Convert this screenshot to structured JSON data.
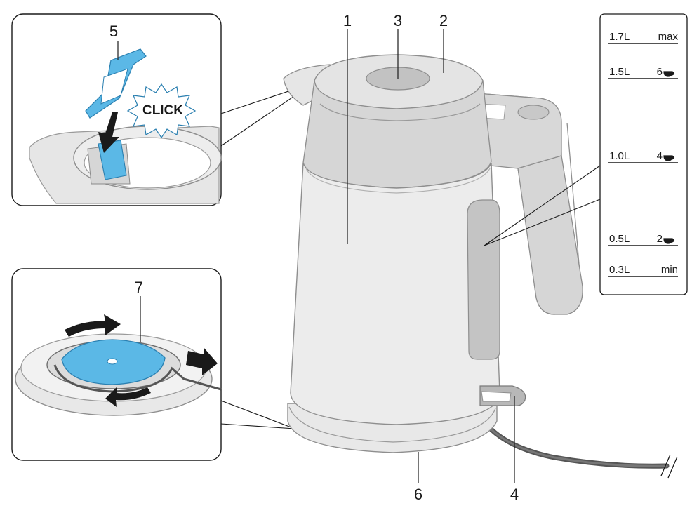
{
  "callouts": {
    "body": "1",
    "lid": "2",
    "lid_button": "3",
    "on_off_switch": "4",
    "limescale_filter": "5",
    "base": "6",
    "cable_storage": "7"
  },
  "click_label": "CLICK",
  "water_scale": [
    {
      "volume": "1.7L",
      "mark": "max",
      "cups": ""
    },
    {
      "volume": "1.5L",
      "mark": "6",
      "cups": "cup-icon"
    },
    {
      "volume": "1.0L",
      "mark": "4",
      "cups": "cup-icon"
    },
    {
      "volume": "0.5L",
      "mark": "2",
      "cups": "cup-icon"
    },
    {
      "volume": "0.3L",
      "mark": "min",
      "cups": ""
    }
  ],
  "colors": {
    "kettle_fill": "#ececec",
    "kettle_stroke": "#9a9a9a",
    "accent_blue": "#5bb8e6",
    "accent_blue_dark": "#2a7fb0",
    "window_gray": "#c4c4c4",
    "line": "#1a1a1a",
    "cable": "#555555"
  }
}
